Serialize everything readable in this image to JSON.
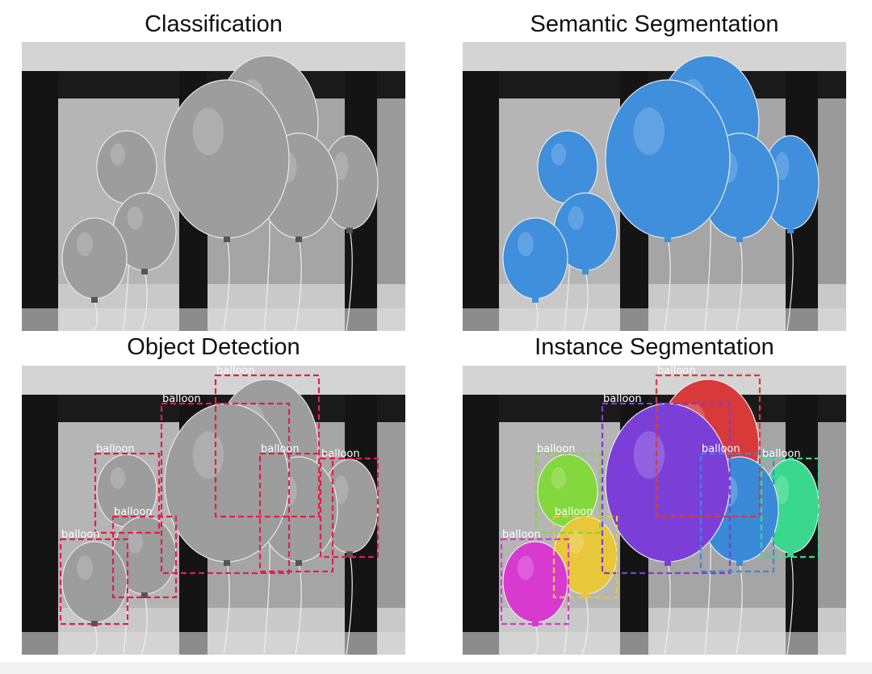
{
  "panels": [
    {
      "title": "Classification",
      "mode": "gray"
    },
    {
      "title": "Semantic Segmentation",
      "mode": "semantic"
    },
    {
      "title": "Object Detection",
      "mode": "detection"
    },
    {
      "title": "Instance Segmentation",
      "mode": "instance"
    }
  ],
  "box_label": "balloon",
  "colors": {
    "semantic": "#3f8fdc",
    "detection_box": "#e0204a",
    "instances": [
      "#d83a3a",
      "#7b3fd8",
      "#82d83c",
      "#3a8ad8",
      "#3ad88f",
      "#e8c83a",
      "#d83ad0"
    ]
  },
  "detections": [
    {
      "label": "balloon"
    },
    {
      "label": "balloon"
    },
    {
      "label": "balloon"
    },
    {
      "label": "balloon"
    },
    {
      "label": "balloon"
    },
    {
      "label": "balloon"
    },
    {
      "label": "balloon"
    }
  ]
}
